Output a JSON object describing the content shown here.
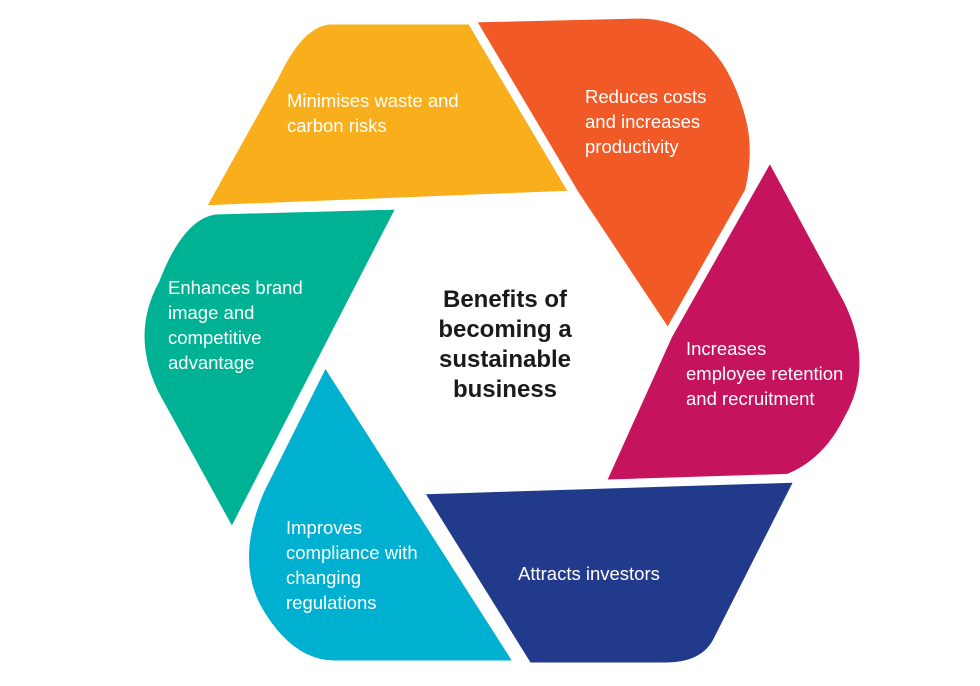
{
  "title": "Benefits of\nbecoming a\nsustainable\nbusiness",
  "segments": [
    {
      "label": "Minimises waste and\ncarbon risks",
      "color": "#F9AE1B"
    },
    {
      "label": "Reduces costs\nand increases\nproductivity",
      "color": "#F15A27"
    },
    {
      "label": "Increases\nemployee retention\nand recruitment",
      "color": "#C5135E"
    },
    {
      "label": "Attracts investors",
      "color": "#223A8C"
    },
    {
      "label": "Improves\ncompliance with\nchanging\nregulations",
      "color": "#00B0D0"
    },
    {
      "label": "Enhances brand\nimage and\ncompetitive\nadvantage",
      "color": "#00B294"
    }
  ]
}
